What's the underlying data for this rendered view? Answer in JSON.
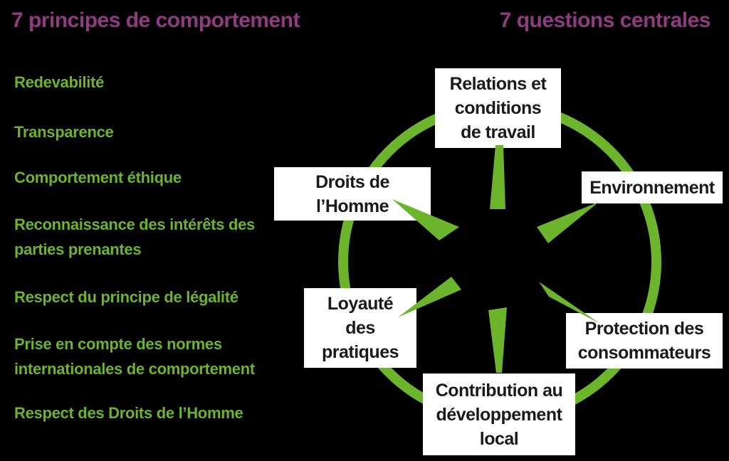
{
  "colors": {
    "background": "#000000",
    "title_purple": "#8E3C7F",
    "accent_green": "#6CB42C",
    "box_bg": "#FFFFFF",
    "box_text": "#1A1A1A"
  },
  "left_panel": {
    "title": "7 principes de comportement",
    "principles": [
      {
        "label": "Redevabilité"
      },
      {
        "label": "Transparence"
      },
      {
        "label": "Comportement éthique"
      },
      {
        "label": "Reconnaissance des intérêts des\nparties prenantes"
      },
      {
        "label": "Respect du principe de légalité"
      },
      {
        "label": "Prise en compte des normes\ninternationales de comportement"
      },
      {
        "label": "Respect des Droits de l’Homme"
      }
    ]
  },
  "diagram": {
    "title": "7 questions centrales",
    "questions": [
      {
        "id": "relations",
        "label": "Relations et\nconditions\nde travail"
      },
      {
        "id": "environnement",
        "label": "Environnement"
      },
      {
        "id": "droits",
        "label": "Droits de\nl’Homme"
      },
      {
        "id": "loyaute",
        "label": "Loyauté\ndes\npratiques"
      },
      {
        "id": "protection",
        "label": "Protection des\nconsommateurs"
      },
      {
        "id": "contribution",
        "label": "Contribution au\ndéveloppement\nlocal"
      }
    ]
  }
}
